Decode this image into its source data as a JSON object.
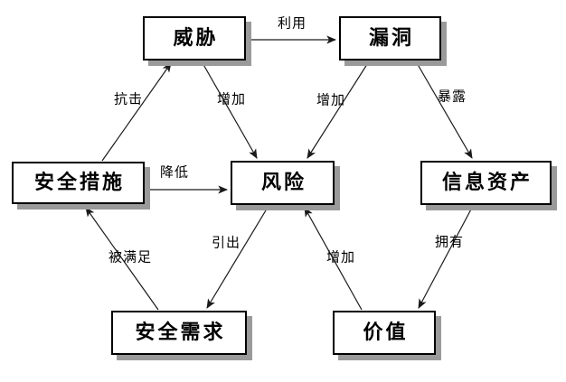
{
  "nodes": {
    "threat": {
      "label": "威胁"
    },
    "vulnerability": {
      "label": "漏洞"
    },
    "security_measures": {
      "label": "安全措施"
    },
    "risk": {
      "label": "风险"
    },
    "information_assets": {
      "label": "信息资产"
    },
    "security_requirements": {
      "label": "安全需求"
    },
    "value": {
      "label": "价值"
    }
  },
  "edges": {
    "exploit": {
      "label": "利用",
      "from": "威胁",
      "to": "漏洞"
    },
    "resist": {
      "label": "抗击",
      "from": "安全措施",
      "to": "威胁"
    },
    "increase_threat_risk": {
      "label": "增加",
      "from": "威胁",
      "to": "风险"
    },
    "increase_vuln_risk": {
      "label": "增加",
      "from": "漏洞",
      "to": "风险"
    },
    "expose": {
      "label": "暴露",
      "from": "漏洞",
      "to": "信息资产"
    },
    "reduce": {
      "label": "降低",
      "from": "安全措施",
      "to": "风险"
    },
    "satisfied_by": {
      "label": "被满足",
      "from": "安全需求",
      "to": "安全措施"
    },
    "lead_to": {
      "label": "引出",
      "from": "风险",
      "to": "安全需求"
    },
    "increase_value_risk": {
      "label": "增加",
      "from": "价值",
      "to": "风险"
    },
    "possess": {
      "label": "拥有",
      "from": "信息资产",
      "to": "价值"
    }
  },
  "colors": {
    "background": "#ffffff",
    "box_fill": "#ffffff",
    "box_border": "#000000",
    "box_shadow": "#9a9a9a",
    "text": "#000000",
    "arrow": "#1a1a1a"
  }
}
